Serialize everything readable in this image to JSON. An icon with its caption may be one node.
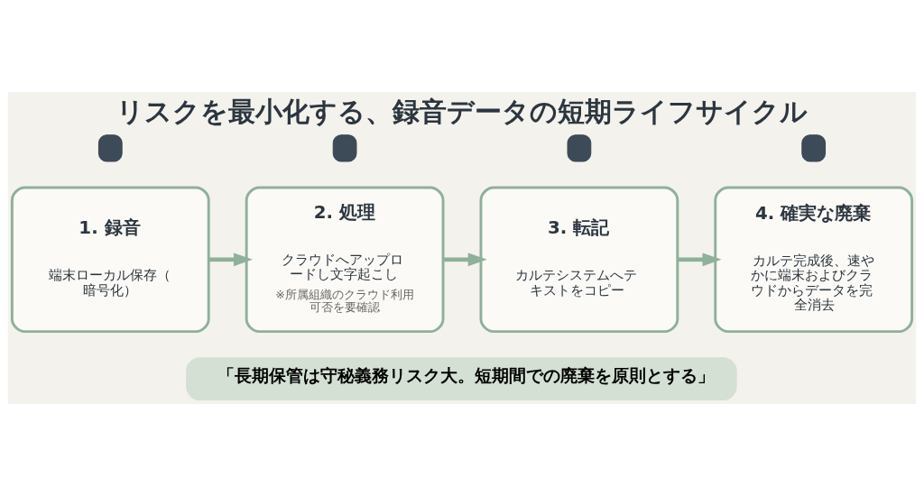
{
  "diagram": {
    "title": "リスクを最小化する、録音データの短期ライフサイクル",
    "nodes": [
      {
        "text": [],
        "shape": "lock"
      },
      {
        "text": [],
        "shape": "lock"
      },
      {
        "text": [],
        "shape": "lock"
      },
      {
        "text": [],
        "shape": "lock"
      },
      {
        "text": [
          "1. 録音",
          "端末ローカル保存（暗号化）"
        ]
      },
      {
        "text": [
          "2. 処理",
          "クラウドへアップロードし文字起こし",
          "※所属組織のクラウド利用可否を要確認"
        ]
      },
      {
        "text": [
          "3. 転記",
          "カルテシステムへテキストをコピー"
        ]
      },
      {
        "text": [
          "4. 確実な廃棄",
          "カルテ完成後、速やかに端末およびクラウドからデータを完全消去"
        ]
      },
      {
        "text": [
          "「長期保管は守秘義務リスク大。短期間での廃棄を原則とする」"
        ]
      }
    ],
    "edges": [
      {
        "from": 4,
        "to": 5,
        "arrow": "to"
      },
      {
        "from": 5,
        "to": 6,
        "arrow": "to"
      },
      {
        "from": 6,
        "to": 7,
        "arrow": "to"
      }
    ]
  }
}
